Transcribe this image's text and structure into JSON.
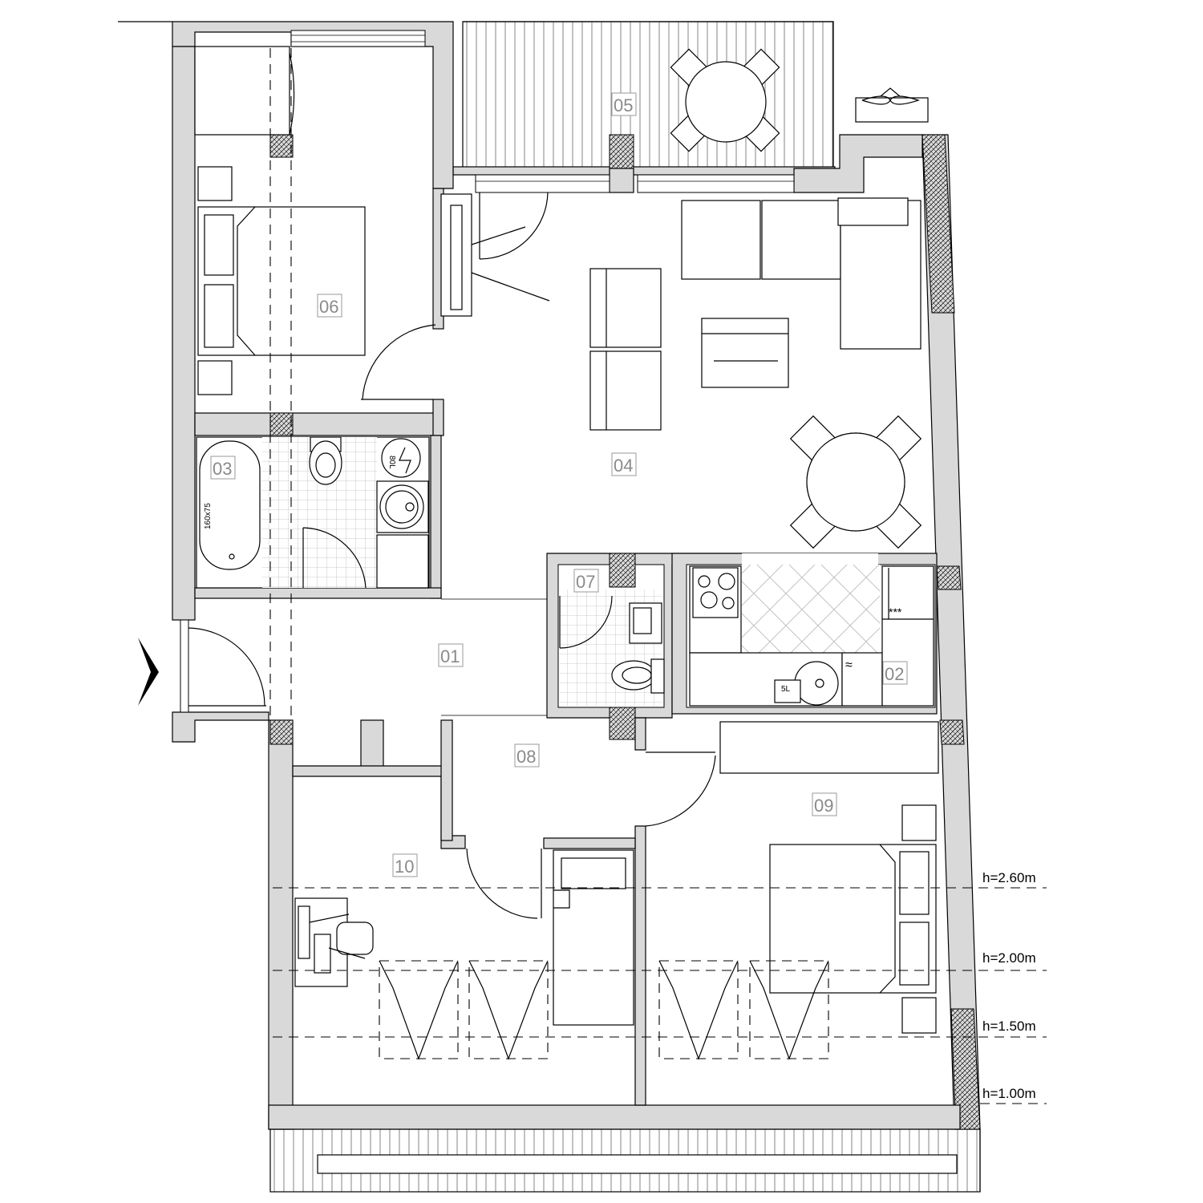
{
  "rooms": [
    {
      "id": "01",
      "label": "01"
    },
    {
      "id": "02",
      "label": "02"
    },
    {
      "id": "03",
      "label": "03"
    },
    {
      "id": "04",
      "label": "04"
    },
    {
      "id": "05",
      "label": "05"
    },
    {
      "id": "06",
      "label": "06"
    },
    {
      "id": "07",
      "label": "07"
    },
    {
      "id": "08",
      "label": "08"
    },
    {
      "id": "09",
      "label": "09"
    },
    {
      "id": "10",
      "label": "10"
    }
  ],
  "height_levels": [
    {
      "label": "h=2.60m"
    },
    {
      "label": "h=2.00m"
    },
    {
      "label": "h=1.50m"
    },
    {
      "label": "h=1.00m"
    }
  ],
  "fixtures": {
    "bathtub_size": "160x75",
    "boiler_capacity": "80L",
    "kitchen_boiler": "5L",
    "hob_marks": "***",
    "washer_mark": "≈"
  }
}
